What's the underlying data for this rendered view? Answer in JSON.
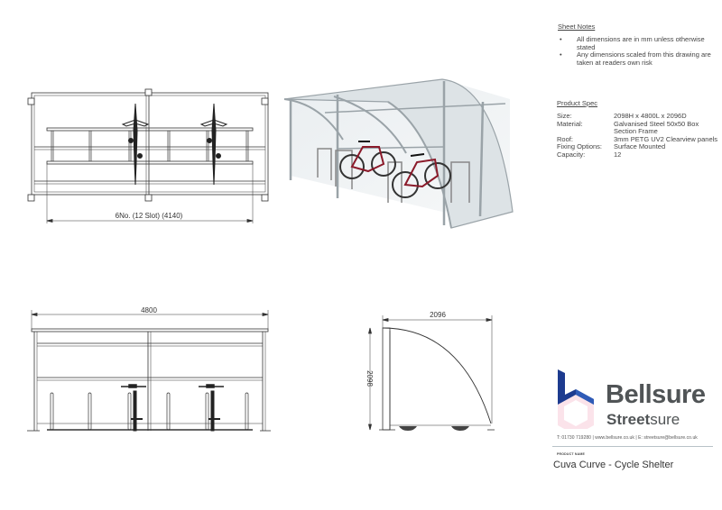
{
  "sheet_notes": {
    "title": "Sheet Notes",
    "items": [
      "All dimensions are in mm unless otherwise stated",
      "Any dimensions scaled from this drawing are taken at readers own risk"
    ]
  },
  "product_spec": {
    "title": "Product Spec",
    "rows": [
      {
        "label": "Size:",
        "value": "2098H x 4800L x 2096D"
      },
      {
        "label": "Material:",
        "value": "Galvanised Steel 50x50 Box Section Frame"
      },
      {
        "label": "Roof:",
        "value": "3mm PETG UV2 Clearview panels"
      },
      {
        "label": "Fixing Options:",
        "value": "Surface Mounted"
      },
      {
        "label": "Capacity:",
        "value": "12"
      }
    ]
  },
  "views": {
    "plan": {
      "dimension_label": "6No. (12 Slot) (4140)"
    },
    "front": {
      "dimension_label": "4800"
    },
    "side": {
      "width_label": "2096",
      "height_label": "2098"
    }
  },
  "brand": {
    "name": "Bellsure",
    "sub_bold": "Street",
    "sub_light": "sure",
    "contact": "T: 01730 719280 | www.bellsure.co.uk | E: streetsure@bellsure.co.uk",
    "logo_colors": {
      "dark_blue": "#1d3b8f",
      "blue": "#2f5bb7",
      "pink": "#fbe3ea"
    }
  },
  "product_name": {
    "label": "PRODUCT NAME",
    "value": "Cuva Curve - Cycle Shelter"
  }
}
